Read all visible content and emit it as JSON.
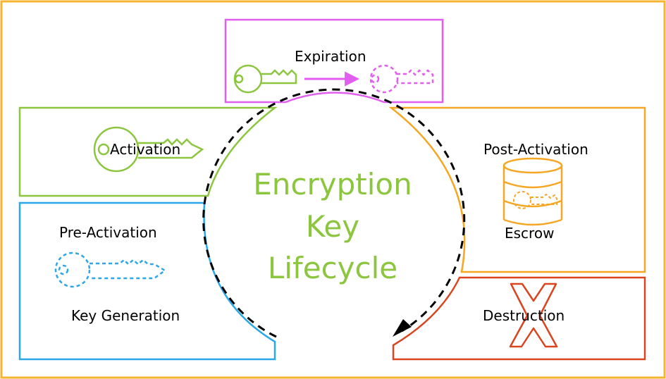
{
  "title": {
    "line1": "Encryption",
    "line2": "Key",
    "line3": "Lifecycle"
  },
  "stages": {
    "expiration": "Expiration",
    "activation": "Activation",
    "post_activation": "Post-Activation",
    "escrow": "Escrow",
    "pre_activation": "Pre-Activation",
    "key_generation": "Key Generation",
    "destruction": "Destruction"
  },
  "colors": {
    "frame": "#f5b52e",
    "expiration": "#e25ef0",
    "activation": "#8cc63f",
    "post_activation": "#f5a623",
    "pre_activation": "#2aa7e8",
    "destruction": "#d9451f",
    "cycle_arrow": "#000000",
    "title": "#8cc63f"
  },
  "icons": {
    "expiration": [
      "key-icon",
      "arrow-right-icon",
      "dashed-key-icon"
    ],
    "activation": "key-icon",
    "escrow": "database-key-icon",
    "key_generation": "dashed-key-icon",
    "destruction": "x-cross-icon"
  }
}
